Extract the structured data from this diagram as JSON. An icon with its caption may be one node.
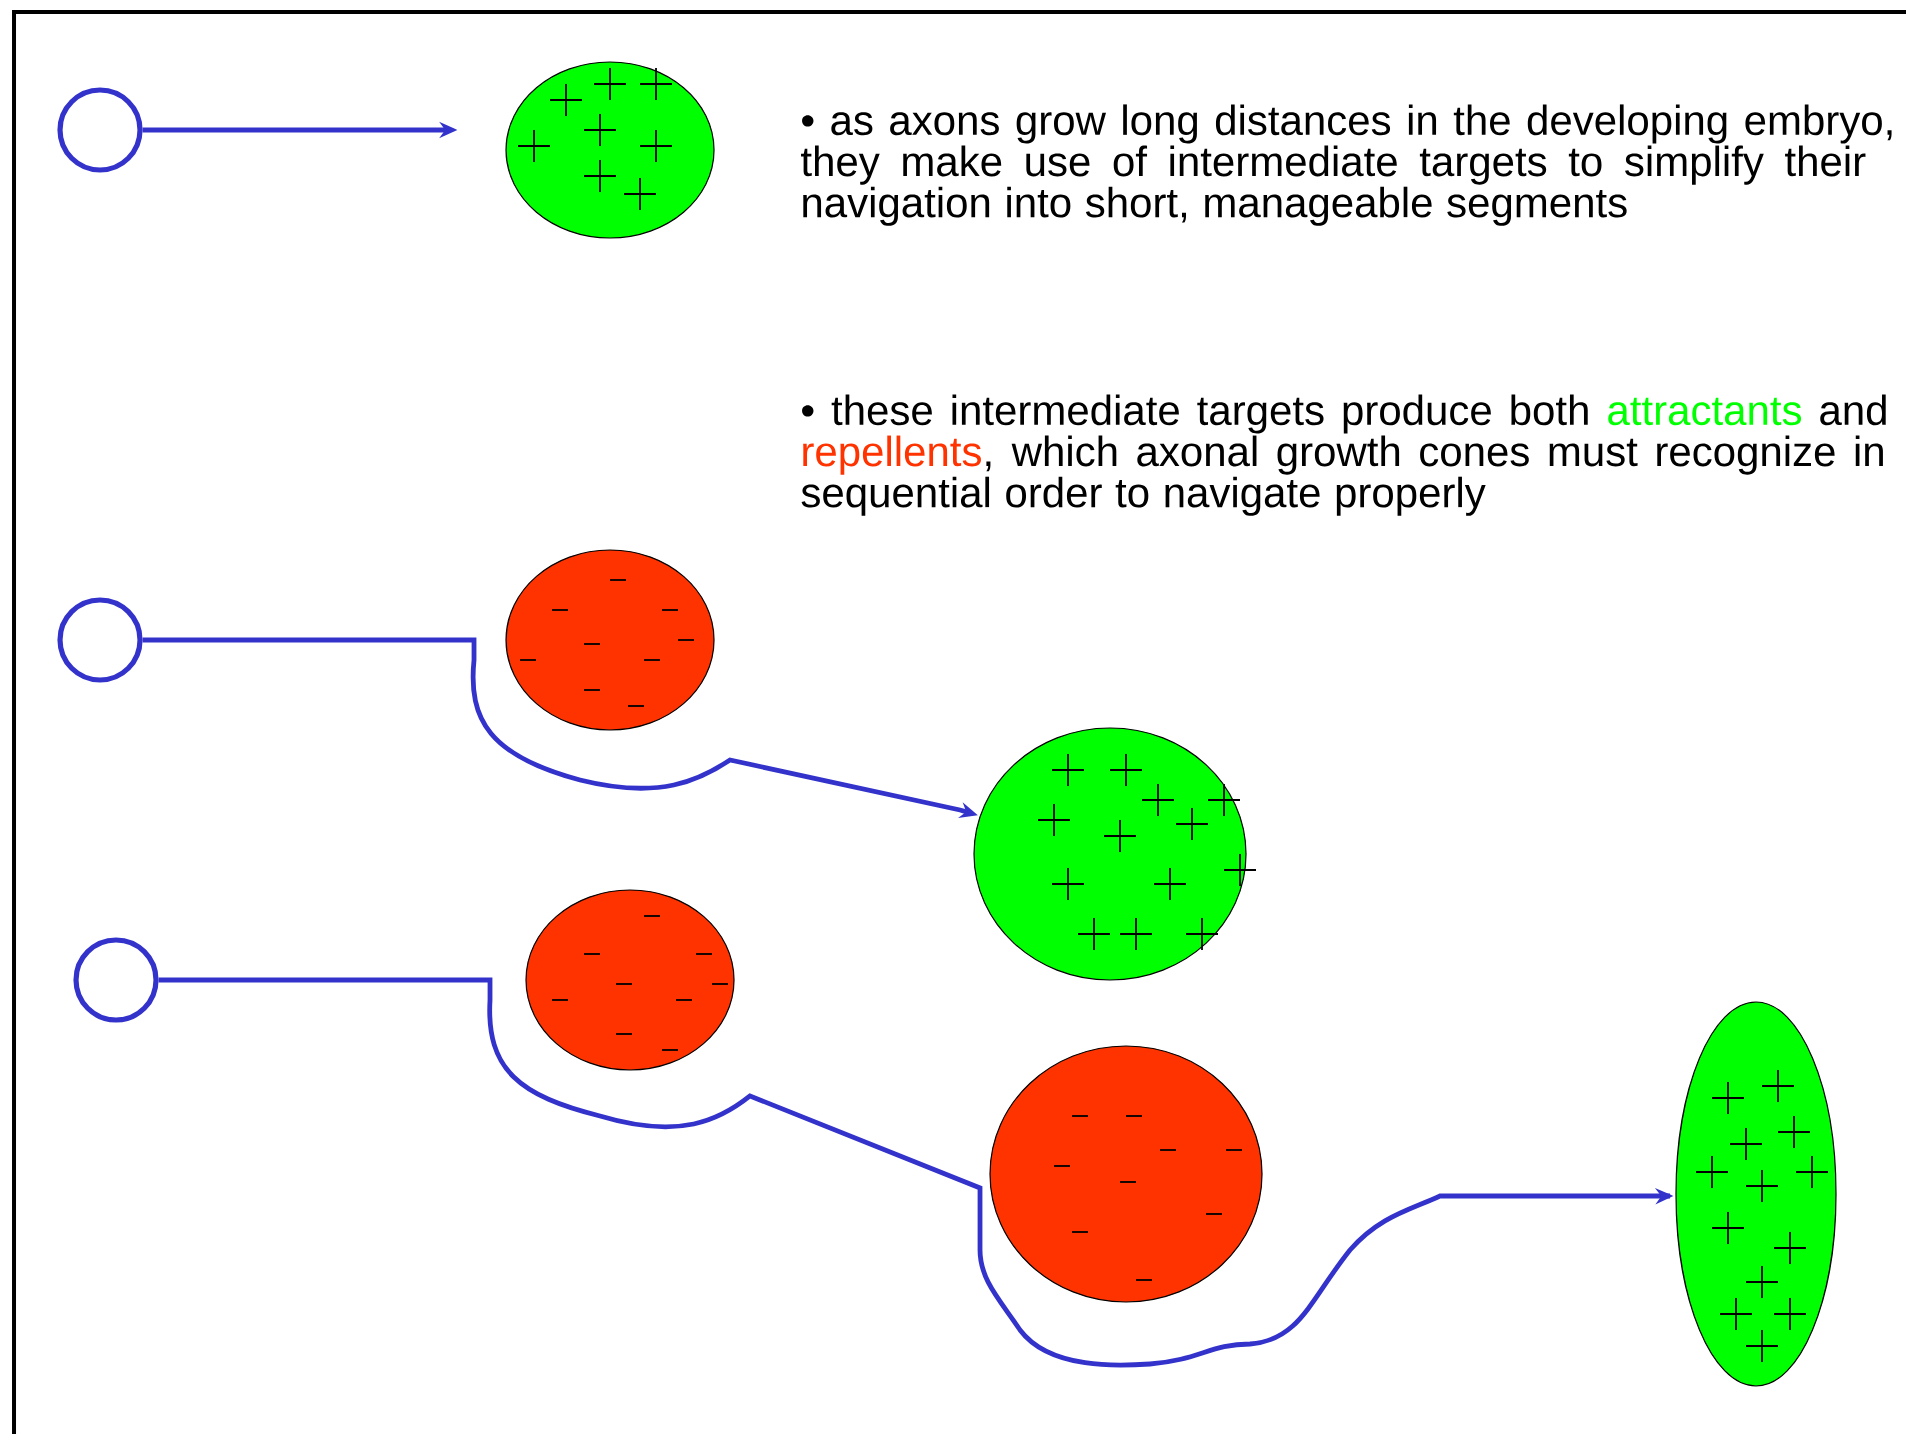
{
  "diagram": {
    "nodes": [
      {
        "text": [],
        "shape": "circle"
      },
      {
        "text": [],
        "shape": "ellipse"
      },
      {
        "text": [],
        "shape": "circle"
      },
      {
        "text": [],
        "shape": "ellipse"
      },
      {
        "text": [],
        "shape": "ellipse"
      },
      {
        "text": [],
        "shape": "circle"
      },
      {
        "text": [],
        "shape": "ellipse"
      },
      {
        "text": [],
        "shape": "ellipse"
      },
      {
        "text": [],
        "shape": "ellipse"
      }
    ],
    "edges": [
      {
        "from": 0,
        "to": 1,
        "arrow": "to"
      },
      {
        "from": 2,
        "to": 4,
        "arrow": "to"
      },
      {
        "from": 5,
        "to": 8,
        "arrow": "to"
      }
    ],
    "labels": [
      "• as axons grow long distances in the developing embryo, they make use of intermediate targets to simplify their navigation into short, manageable segments",
      "• these intermediate targets produce both",
      "attractants",
      "and",
      "repellents",
      ", which axonal growth cones must recognize in sequential order to navigate properly"
    ]
  }
}
